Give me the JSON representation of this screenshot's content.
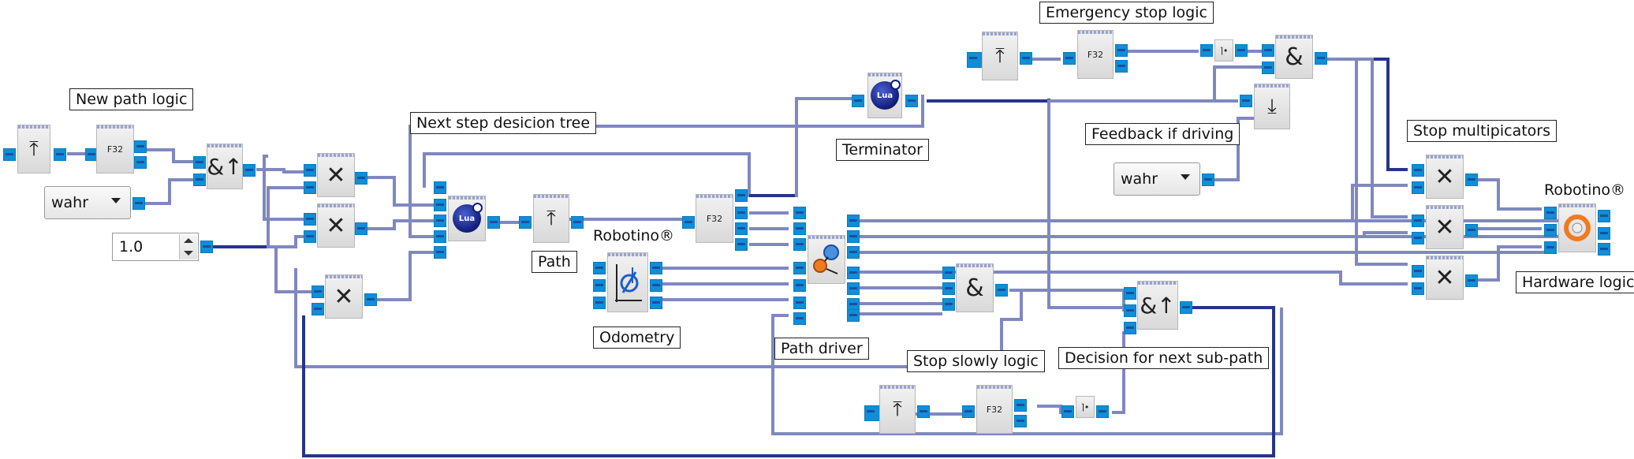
{
  "labels": {
    "new_path_logic": "New path logic",
    "next_step_tree": "Next step desicion tree",
    "path": "Path",
    "odometry": "Odometry",
    "path_driver": "Path driver",
    "terminator": "Terminator",
    "emergency_stop_logic": "Emergency stop logic",
    "feedback_if_driving": "Feedback if driving",
    "stop_multipicators": "Stop multipicators",
    "hardware_logic": "Hardware logic",
    "stop_slowly_logic": "Stop slowly logic",
    "decision_next_subpath": "Decision for next sub-path"
  },
  "captions": {
    "robotino_odometry": "Robotino®",
    "robotino_hardware": "Robotino®"
  },
  "controls": {
    "bool_select_1": "wahr",
    "bool_select_2": "wahr",
    "number_input": "1.0"
  },
  "glyphs": {
    "and_edge": "&↑",
    "and": "&",
    "multiply": "✕",
    "lua": "Lua",
    "float_converter": "F32",
    "not": "⌉•"
  },
  "colors": {
    "wire": "#8088c0",
    "wire_active": "#26348a",
    "port": "#0e8fd8"
  }
}
